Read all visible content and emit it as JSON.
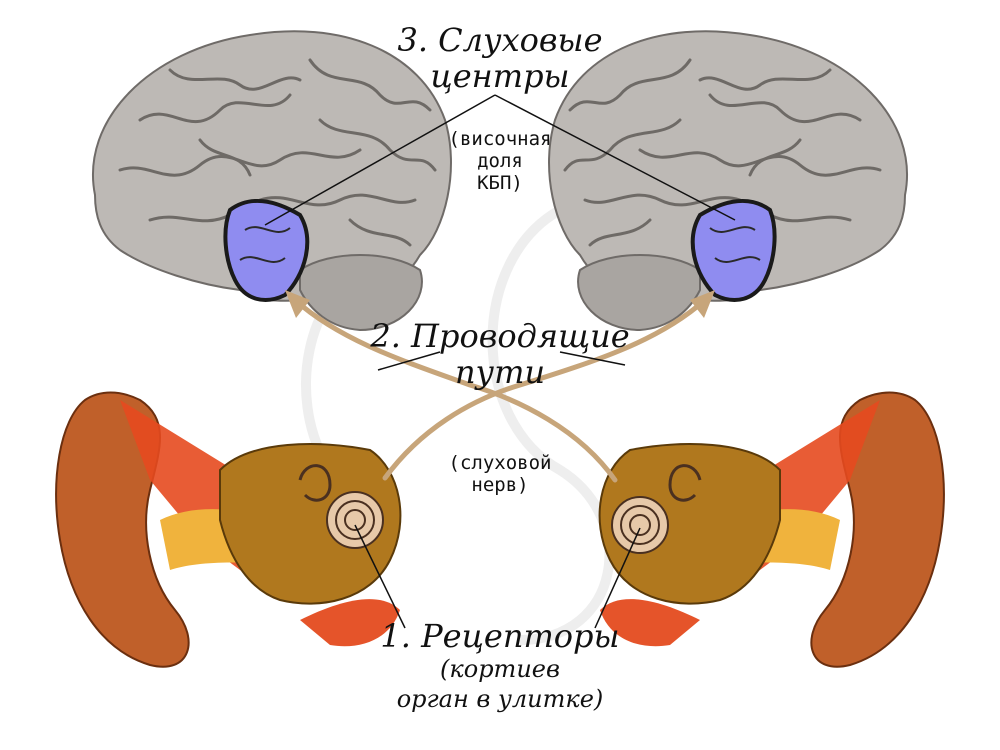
{
  "labels": {
    "centers_num": "3. Слуховые",
    "centers_line2": "центры",
    "temporal_line1": "(височная",
    "temporal_line2": "доля",
    "temporal_line3": "КБП)",
    "pathways_line1": "2. Проводящие",
    "pathways_line2": "пути",
    "nerve_line1": "(слуховой",
    "nerve_line2": "нерв)",
    "receptors_line1": "1. Рецепторы",
    "receptors_line2": "(кортиев",
    "receptors_line3": "орган в улитке)"
  },
  "colors": {
    "brain": "#b9b6b2",
    "brain_dark": "#7d7a77",
    "temporal_highlight": "#8f8cf0",
    "pathway": "#c7a57a",
    "ear_outer": "#c0602a",
    "ear_inner": "#e54a1f",
    "ear_bone": "#b0781e",
    "cochlea": "#e7c9a9"
  }
}
